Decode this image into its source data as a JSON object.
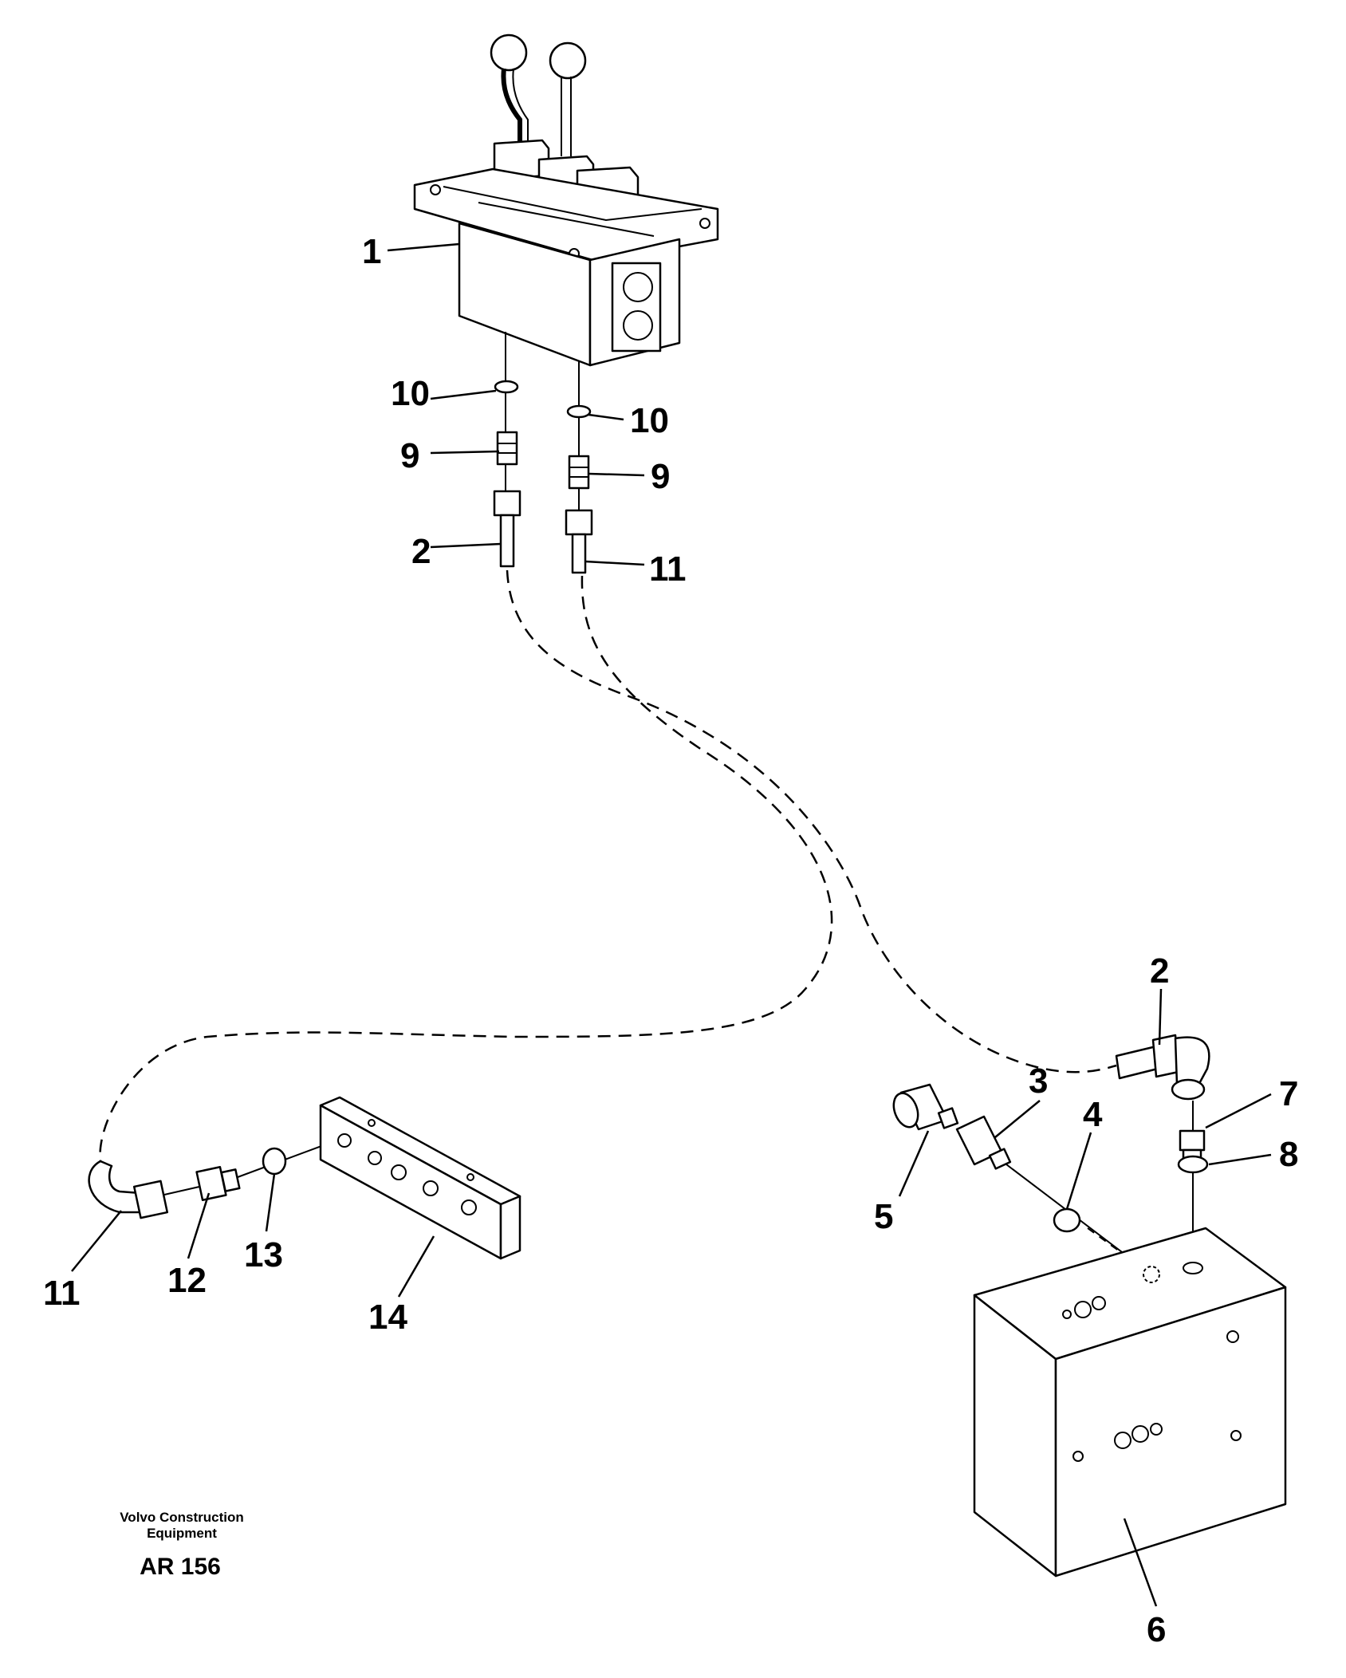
{
  "callouts": [
    "1",
    "10",
    "10",
    "9",
    "9",
    "2",
    "11",
    "2",
    "3",
    "4",
    "5",
    "7",
    "8",
    "6",
    "11",
    "12",
    "13",
    "14"
  ],
  "caption": {
    "line1": "Volvo Construction",
    "line2": "Equipment",
    "code": "AR 156"
  }
}
